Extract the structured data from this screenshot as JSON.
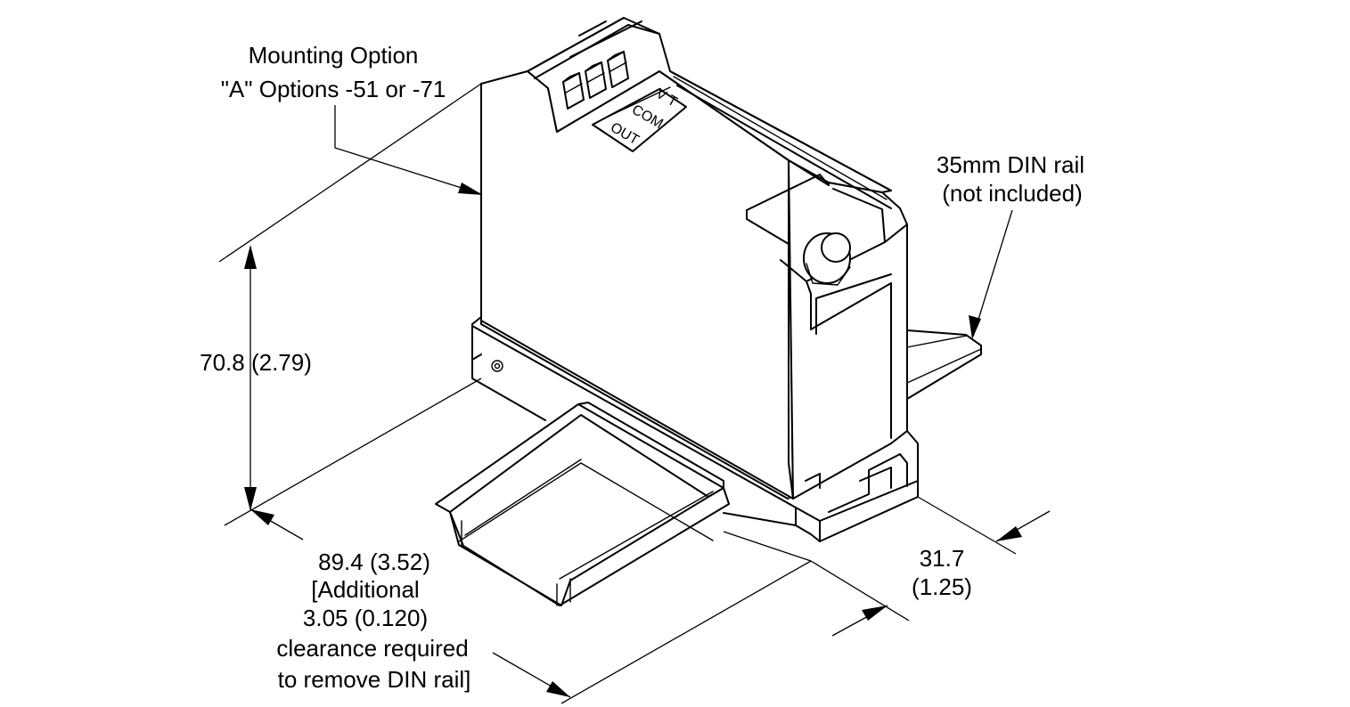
{
  "callouts": {
    "mounting_option": [
      "Mounting Option",
      "\"A\" Options -51 or -71"
    ],
    "din_rail": [
      "35mm DIN rail",
      "(not included)"
    ]
  },
  "dimensions": {
    "height": "70.8 (2.79)",
    "length": [
      "89.4 (3.52)",
      "[Additional",
      "3.05 (0.120)",
      "clearance required",
      "to remove DIN rail]"
    ],
    "width": [
      "31.7",
      "(1.25)"
    ]
  },
  "terminal_labels": [
    "V T",
    "COM",
    "OUT"
  ]
}
